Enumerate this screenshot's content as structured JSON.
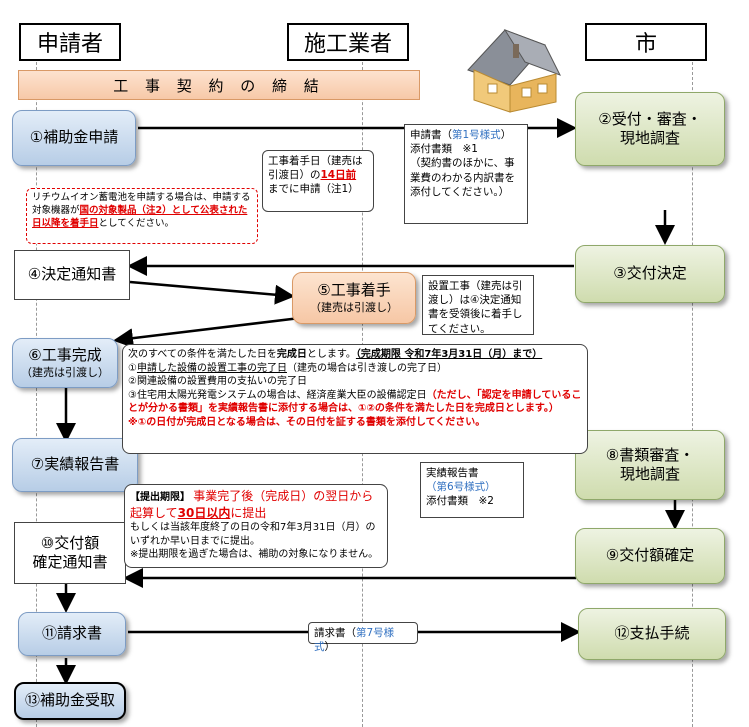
{
  "headers": {
    "applicant": "申請者",
    "contractor": "施工業者",
    "city": "市"
  },
  "banner": "工 事 契 約 の 締 結",
  "steps": {
    "s1": "①補助金申請",
    "s2a": "②受付・審査・",
    "s2b": "現地調査",
    "s3": "③交付決定",
    "s4": "④決定通知書",
    "s5": "⑤工事着手",
    "s5sub": "（建売は引渡し）",
    "s6": "⑥工事完成",
    "s6sub": "（建売は引渡し）",
    "s7": "⑦実績報告書",
    "s8a": "⑧書類審査・",
    "s8b": "現地調査",
    "s9": "⑨交付額確定",
    "s10a": "⑩交付額",
    "s10b": "確定通知書",
    "s11": "⑪請求書",
    "s12": "⑫支払手続",
    "s13": "⑬補助金受取"
  },
  "notes": {
    "start_a": "工事着手日（建売は",
    "start_b": "引渡日）の",
    "start_c": "14日前",
    "start_d": "までに申請（注1）",
    "lithium_a": "リチウムイオン蓄電池を申請する場合は、申請する対象機器が",
    "lithium_b": "国の対象製品（注2）として公表された日以降を着手日",
    "lithium_c": "としてください。",
    "apply_a": "申請書（",
    "apply_b": "第1号様式",
    "apply_c": "）",
    "apply_d": "添付書類　※1",
    "apply_e": "（契約書のほかに、事業費のわかる内訳書を添付してください。）",
    "construction": "設置工事（建売は引渡し）は④決定通知書を受領後に着手してください。",
    "cond_title_a": "次のすべての条件を満たした日を",
    "cond_title_b": "完成日",
    "cond_title_c": "とします。",
    "cond_title_d": "（完成期限 令和7年3月31日（月）まで）",
    "cond1_a": "①",
    "cond1_b": "申請した設備の設置工事の完了日",
    "cond1_c": "（建売の場合は引き渡しの完了日）",
    "cond2": "②関連設備の設置費用の支払いの完了日",
    "cond3_a": "③住宅用太陽光発電システムの場合は、経済産業大臣の設備認定日",
    "cond3_b": "（ただし、「認定を申請していることが分かる書類」を実績報告書に添付する場合は、①②の条件を満たした日を完成日とします。）",
    "cond4": "※①の日付が完成日となる場合は、その日付を証する書類を添付してください。",
    "report_a": "実績報告書",
    "report_b": "（第6号様式）",
    "report_c": "添付書類　※2",
    "deadline_a": "【提出期限】",
    "deadline_b": "事業完了後（完成日）の翌日から起算して",
    "deadline_c": "30日以内",
    "deadline_d": "に提出",
    "deadline_e": "もしくは当該年度終了の日の令和7年3月31日（月）のいずれか早い日までに提出。",
    "deadline_f": "※提出期限を過ぎた場合は、補助の対象になりません。",
    "claim_a": "請求書（",
    "claim_b": "第7号様式",
    "claim_c": "）"
  }
}
